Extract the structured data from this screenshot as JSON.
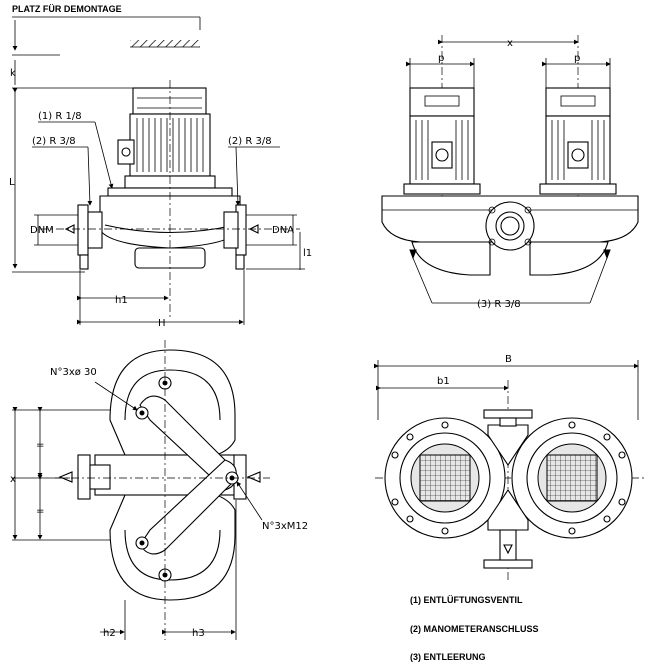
{
  "header": {
    "demontage_label": "PLATZ FÜR DEMONTAGE"
  },
  "side_view": {
    "k_label": "k",
    "L_label": "L",
    "vent_label": "(1) R 1/8",
    "gauge_left_label": "(2) R 3/8",
    "gauge_right_label": "(2) R 3/8",
    "dnm_label": "DNM",
    "dna_label": "DNA",
    "l1_label": "l1",
    "h1_label": "h1",
    "H_label": "H"
  },
  "front_view": {
    "x_label": "x",
    "p_left_label": "p",
    "p_right_label": "p",
    "drain_label": "(3) R 3/8"
  },
  "top_view": {
    "holes_label": "N°3xø 30",
    "bolts_label": "N°3xM12",
    "x_label": "x",
    "half_top_label": "=",
    "half_bottom_label": "=",
    "h2_label": "h2",
    "h3_label": "h3"
  },
  "bottom_view": {
    "B_label": "B",
    "b1_label": "b1"
  },
  "legend": {
    "items": [
      "(1) ENTLÜFTUNGSVENTIL",
      "(2) MANOMETERANSCHLUSS",
      "(3) ENTLEERUNG"
    ]
  }
}
